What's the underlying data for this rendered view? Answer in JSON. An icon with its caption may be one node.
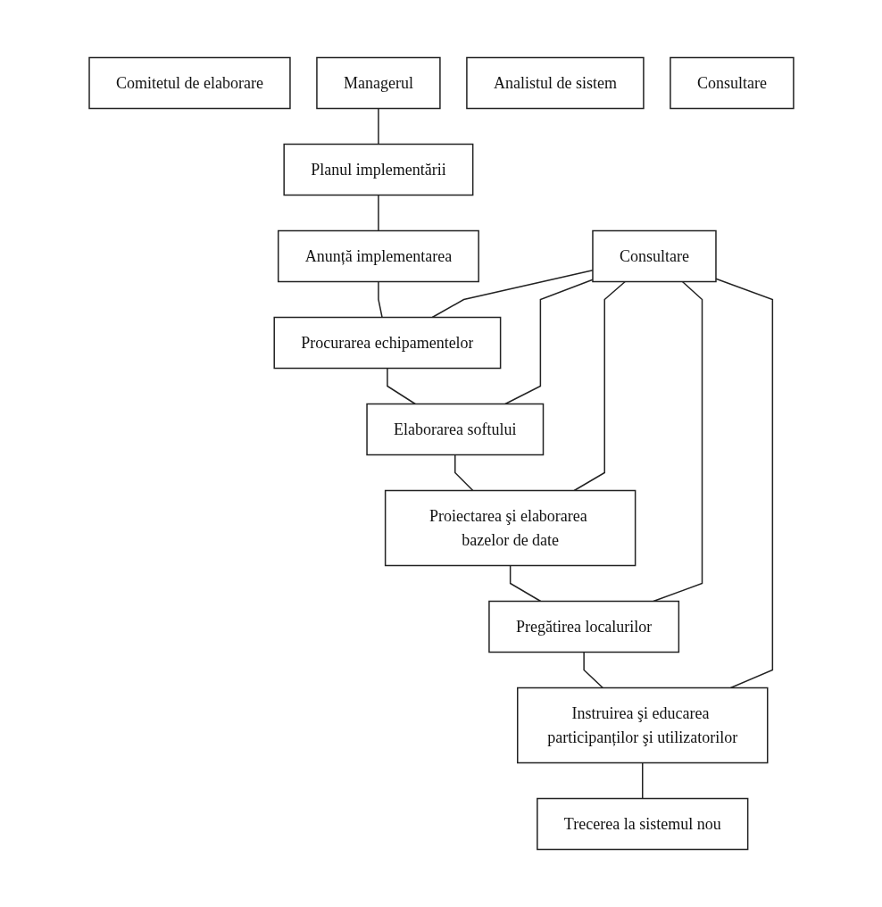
{
  "diagram": {
    "nodes": [
      {
        "text": [
          "Comitetul de elaborare"
        ]
      },
      {
        "text": [
          "Managerul"
        ]
      },
      {
        "text": [
          "Analistul de sistem"
        ]
      },
      {
        "text": [
          "Planul implementării"
        ]
      },
      {
        "text": [
          "Anunță implementarea"
        ]
      },
      {
        "text": [
          "Consultare"
        ]
      },
      {
        "text": [
          "Consultare"
        ]
      },
      {
        "text": [
          "Procurarea echipamentelor"
        ]
      },
      {
        "text": [
          "Elaborarea softului"
        ]
      },
      {
        "text": [
          "Proiectarea şi elaborarea bazelor de date"
        ]
      },
      {
        "text": [
          "Pregătirea localurilor"
        ]
      },
      {
        "text": [
          "Instruirea şi educarea participanților şi utilizatorilor"
        ]
      },
      {
        "text": [
          "Trecerea la sistemul nou"
        ]
      }
    ],
    "edges": [
      {
        "from": 1,
        "to": 3,
        "arrow": "none"
      },
      {
        "from": 3,
        "to": 4,
        "arrow": "none"
      },
      {
        "from": 4,
        "to": 7,
        "arrow": "none"
      },
      {
        "from": 6,
        "to": 7,
        "arrow": "none"
      },
      {
        "from": 6,
        "to": 8,
        "arrow": "none"
      },
      {
        "from": 6,
        "to": 9,
        "arrow": "none"
      },
      {
        "from": 6,
        "to": 10,
        "arrow": "none"
      },
      {
        "from": 6,
        "to": 11,
        "arrow": "none"
      },
      {
        "from": 7,
        "to": 8,
        "arrow": "none"
      },
      {
        "from": 8,
        "to": 9,
        "arrow": "none"
      },
      {
        "from": 9,
        "to": 10,
        "arrow": "none"
      },
      {
        "from": 10,
        "to": 11,
        "arrow": "none"
      },
      {
        "from": 11,
        "to": 12,
        "arrow": "none"
      }
    ]
  }
}
